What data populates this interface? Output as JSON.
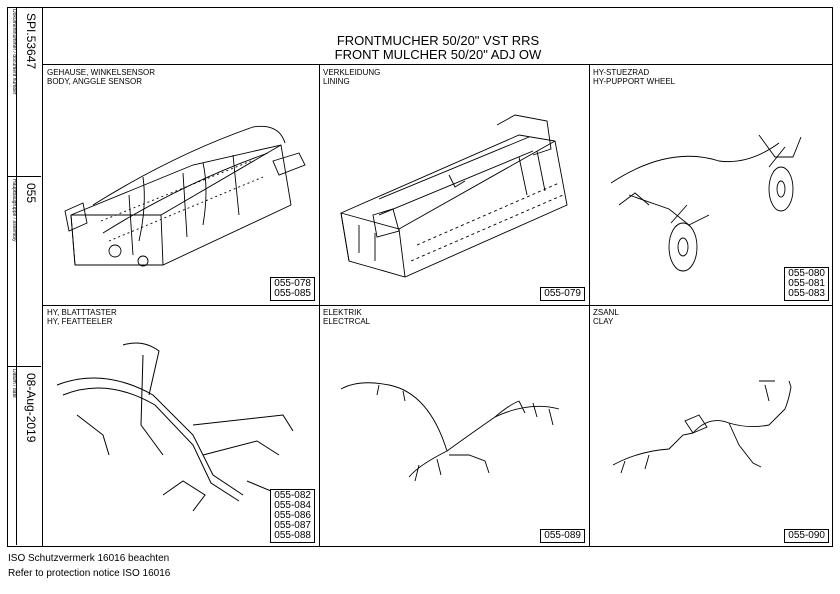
{
  "side": {
    "doc_label": "Dokumentnummer / document number",
    "doc_value": "SPI.53647",
    "assembly_label": "Hauptbaugruppe / assembly",
    "assembly_value": "055",
    "date_label": "Datum / date",
    "date_value": "08-Aug-2019"
  },
  "title": {
    "line1": "FRONTMUCHER 50/20\" VST RRS",
    "line2": "FRONT MULCHER 50/20\" ADJ OW"
  },
  "panels": [
    {
      "caption1": "GEHAUSE, WINKELSENSOR",
      "caption2": "BODY, ANGGLE SENSOR",
      "refs": [
        "055-078",
        "055-085"
      ]
    },
    {
      "caption1": "VERKLEIDUNG",
      "caption2": "LINING",
      "refs": [
        "055-079"
      ]
    },
    {
      "caption1": "HY-STUEZRAD",
      "caption2": "HY-PUPPORT WHEEL",
      "refs": [
        "055-080",
        "055-081",
        "055-083"
      ]
    },
    {
      "caption1": "HY, BLATTTASTER",
      "caption2": "HY, FEATTEELER",
      "refs": [
        "055-082",
        "055-084",
        "055-086",
        "055-087",
        "055-088"
      ]
    },
    {
      "caption1": "ELEKTRIK",
      "caption2": "ELECTRCAL",
      "refs": [
        "055-089"
      ]
    },
    {
      "caption1": "ZSANL",
      "caption2": "CLAY",
      "refs": [
        "055-090"
      ]
    }
  ],
  "footer": {
    "line1": "ISO Schutzvermerk 16016 beachten",
    "line2": "Refer to protection notice ISO 16016"
  }
}
